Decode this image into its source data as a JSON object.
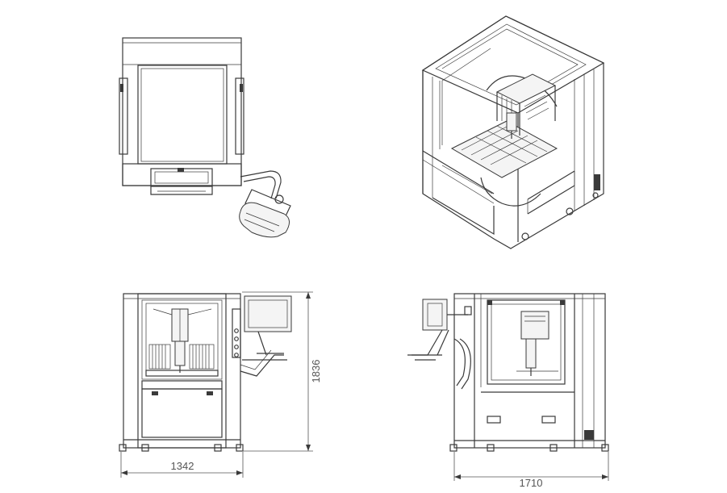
{
  "dimensions": {
    "front_height": "1836",
    "front_width": "1342",
    "side_width": "1710"
  }
}
